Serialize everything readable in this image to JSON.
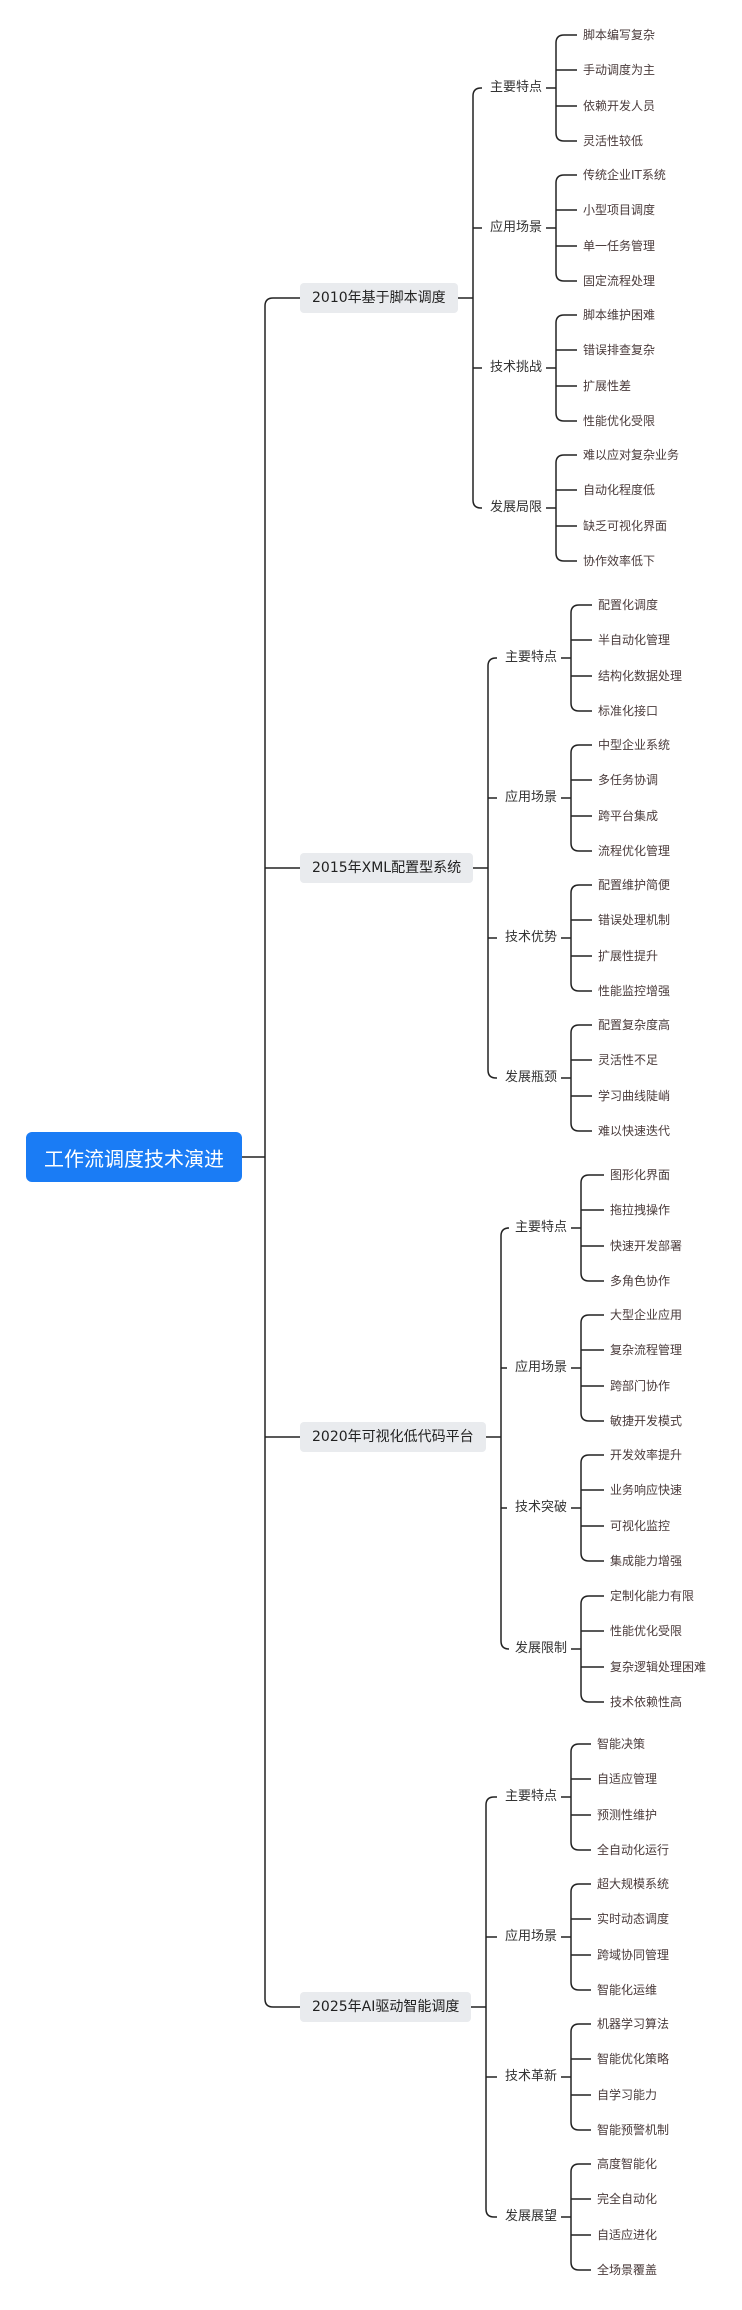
{
  "root": {
    "label": "工作流调度技术演进"
  },
  "eras": [
    {
      "label": "2010年基于脚本调度",
      "categories": [
        {
          "label": "主要特点",
          "leaves": [
            "脚本编写复杂",
            "手动调度为主",
            "依赖开发人员",
            "灵活性较低"
          ]
        },
        {
          "label": "应用场景",
          "leaves": [
            "传统企业IT系统",
            "小型项目调度",
            "单一任务管理",
            "固定流程处理"
          ]
        },
        {
          "label": "技术挑战",
          "leaves": [
            "脚本维护困难",
            "错误排查复杂",
            "扩展性差",
            "性能优化受限"
          ]
        },
        {
          "label": "发展局限",
          "leaves": [
            "难以应对复杂业务",
            "自动化程度低",
            "缺乏可视化界面",
            "协作效率低下"
          ]
        }
      ]
    },
    {
      "label": "2015年XML配置型系统",
      "categories": [
        {
          "label": "主要特点",
          "leaves": [
            "配置化调度",
            "半自动化管理",
            "结构化数据处理",
            "标准化接口"
          ]
        },
        {
          "label": "应用场景",
          "leaves": [
            "中型企业系统",
            "多任务协调",
            "跨平台集成",
            "流程优化管理"
          ]
        },
        {
          "label": "技术优势",
          "leaves": [
            "配置维护简便",
            "错误处理机制",
            "扩展性提升",
            "性能监控增强"
          ]
        },
        {
          "label": "发展瓶颈",
          "leaves": [
            "配置复杂度高",
            "灵活性不足",
            "学习曲线陡峭",
            "难以快速迭代"
          ]
        }
      ]
    },
    {
      "label": "2020年可视化低代码平台",
      "categories": [
        {
          "label": "主要特点",
          "leaves": [
            "图形化界面",
            "拖拉拽操作",
            "快速开发部署",
            "多角色协作"
          ]
        },
        {
          "label": "应用场景",
          "leaves": [
            "大型企业应用",
            "复杂流程管理",
            "跨部门协作",
            "敏捷开发模式"
          ]
        },
        {
          "label": "技术突破",
          "leaves": [
            "开发效率提升",
            "业务响应快速",
            "可视化监控",
            "集成能力增强"
          ]
        },
        {
          "label": "发展限制",
          "leaves": [
            "定制化能力有限",
            "性能优化受限",
            "复杂逻辑处理困难",
            "技术依赖性高"
          ]
        }
      ]
    },
    {
      "label": "2025年AI驱动智能调度",
      "categories": [
        {
          "label": "主要特点",
          "leaves": [
            "智能决策",
            "自适应管理",
            "预测性维护",
            "全自动化运行"
          ]
        },
        {
          "label": "应用场景",
          "leaves": [
            "超大规模系统",
            "实时动态调度",
            "跨域协同管理",
            "智能化运维"
          ]
        },
        {
          "label": "技术革新",
          "leaves": [
            "机器学习算法",
            "智能优化策略",
            "自学习能力",
            "智能预警机制"
          ]
        },
        {
          "label": "发展展望",
          "leaves": [
            "高度智能化",
            "完全自动化",
            "自适应进化",
            "全场景覆盖"
          ]
        }
      ]
    }
  ]
}
